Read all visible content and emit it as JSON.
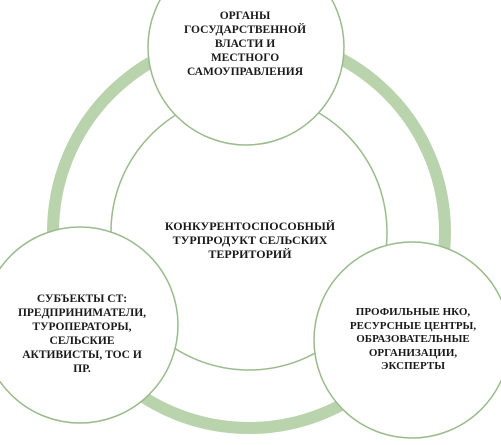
{
  "diagram": {
    "colors": {
      "ring": "#b9d3ad",
      "circle_border": "#9bbb8d",
      "circle_fill": "#ffffff",
      "text": "#1a1a1a"
    },
    "center": {
      "lines": [
        "КОНКУРЕНТОСПОСОБНЫЙ",
        "ТУРПРОДУКТ СЕЛЬСКИХ",
        "ТЕРРИТОРИЙ"
      ]
    },
    "top": {
      "lines": [
        "ОРГАНЫ",
        "ГОСУДАРСТВЕННОЙ",
        "ВЛАСТИ И",
        "МЕСТНОГО",
        "САМОУПРАВЛЕНИЯ"
      ]
    },
    "left": {
      "lines": [
        "СУБЪЕКТЫ СТ:",
        "ПРЕДПРИНИМАТЕЛИ,",
        "ТУРОПЕРАТОРЫ,",
        "СЕЛЬСКИЕ",
        "АКТИВИСТЫ, ТОС И",
        "ПР."
      ]
    },
    "right": {
      "lines": [
        "ПРОФИЛЬНЫЕ НКО,",
        "РЕСУРСНЫЕ ЦЕНТРЫ,",
        "ОБРАЗОВАТЕЛЬНЫЕ",
        "ОРГАНИЗАЦИИ,",
        "ЭКСПЕРТЫ"
      ]
    }
  }
}
